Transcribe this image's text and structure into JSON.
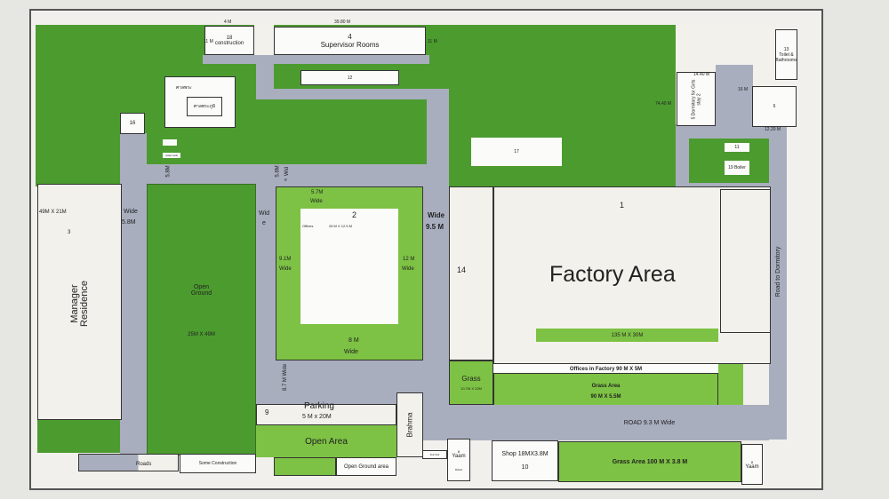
{
  "top": {
    "b18_num": "18",
    "b18_label": "construction",
    "b18_dim_top": "4 M",
    "b18_dim_side": "11 M",
    "b4_num": "4",
    "b4_label": "Supervisor Rooms",
    "b4_dim_top": "39.80 M",
    "b4_dim_side": "11 M",
    "b12": "12",
    "temple_outer": "ศาลพระ",
    "temple_inner": "ศาลพระภูมิ",
    "b16": "16",
    "b17": "17",
    "small_box_label": "water tank"
  },
  "right": {
    "b13": "13",
    "b13_label": "Toilet & Bathrooms",
    "b6": "6",
    "b6_dim": "16 M",
    "b6_dim_bottom": "12.20 M",
    "b5_num": "5",
    "b5_label": "Dormitory for Girls stay 2",
    "b5_dim_top": "14.40 M",
    "b5_dim_side": "74.40 M",
    "b11": "11",
    "b19": "19 Boiler",
    "road_dormitory": "Road to Dormitory"
  },
  "left": {
    "manager_dim": "49M X 21M",
    "manager_num": "3",
    "manager_label": "Manager Residence",
    "wide_left": "Wide",
    "wide_left_val": "5.8M",
    "road_58a": "5.8M",
    "road_58b": "5.8M",
    "road_wid": "Wid",
    "road_wid_e": "e",
    "open_ground": "Open Ground",
    "open_ground_dim": "25M X 49M",
    "wide_e1": "Wid",
    "wide_e2": "e"
  },
  "block2": {
    "num": "2",
    "offices": "Offices",
    "dim": "26 M X 12.5 M",
    "top_dim": "5.7M",
    "top_wide": "Wide",
    "left_dim": "9.1M",
    "left_wide": "Wide",
    "right_dim": "12 M",
    "right_wide": "Wide",
    "bottom_dim": "8 M",
    "bottom_wide": "Wide",
    "right_road": "Wide",
    "right_road_val": "9.5 M",
    "road_87": "8.7 M Wide"
  },
  "factory": {
    "num": "1",
    "label": "Factory Area",
    "strip": "135 M X 30M",
    "zone14": "14",
    "offices": "Offices in Factory 90 M X 5M",
    "grass_area": "Grass Area",
    "grass_dim": "90 M X 5.5M",
    "grass": "Grass",
    "grass_small_dim": "10.7M X 22M"
  },
  "bottom": {
    "road": "ROAD 9.3 M Wide",
    "parking_num": "9",
    "parking": "Parking",
    "parking_dim": "5 M  x 20M",
    "open_area": "Open Area",
    "brahma": "Brahma",
    "roads": "Roads",
    "some_construction": "Some Construction",
    "open_ground_area": "Open Ground area",
    "yaam1_num": "8",
    "yaam1": "Yaam",
    "yaam1_sub": "8x6x2",
    "small_label": "4x2 3x4",
    "shop": "Shop 18MX3.8M",
    "shop_num": "10",
    "grass_100": "Grass Area 100 M X 3.8 M",
    "yaam2_num": "8",
    "yaam2": "Yaam"
  }
}
